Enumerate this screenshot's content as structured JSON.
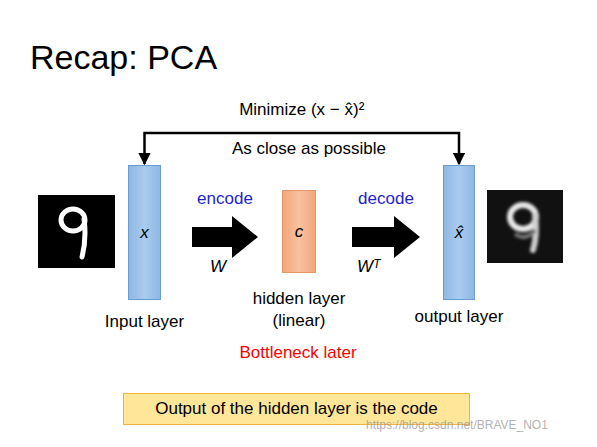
{
  "diagram": {
    "title": "Recap: PCA",
    "nodes": [
      {
        "text": [
          "x",
          "Input layer"
        ]
      },
      {
        "text": [
          "c",
          "hidden layer (linear)"
        ]
      },
      {
        "text": [
          "x̂",
          "output layer"
        ]
      },
      {
        "text": [
          "Output of the hidden layer is the code"
        ]
      }
    ],
    "edges": [
      {
        "from": 0,
        "to": 1,
        "arrow": "to",
        "label": "encode"
      },
      {
        "from": 1,
        "to": 2,
        "arrow": "to",
        "label": "decode"
      },
      {
        "from": 0,
        "to": 2,
        "arrow": "both",
        "label": "Minimize (x − x̂)²"
      }
    ],
    "labels": [
      "As close as possible",
      "W",
      "Wᵀ",
      "Bottleneck later",
      "https://blog.csdn.net/BRAVE_NO1"
    ]
  }
}
